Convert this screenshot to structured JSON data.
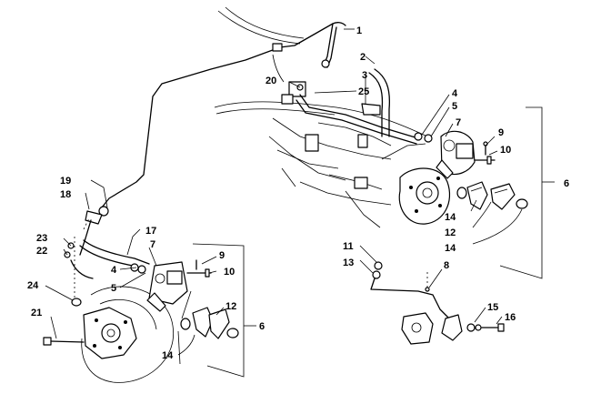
{
  "callouts": {
    "c1": "1",
    "c2": "2",
    "c3": "3",
    "c4a": "4",
    "c5a": "5",
    "c6a": "6",
    "c7a": "7",
    "c9a": "9",
    "c10a": "10",
    "c12a": "12",
    "c14a": "14",
    "c14b": "14",
    "c17": "17",
    "c18": "18",
    "c19": "19",
    "c20": "20",
    "c25": "25",
    "c23": "23",
    "c22": "22",
    "c24": "24",
    "c21": "21",
    "c7b": "7",
    "c4b": "4",
    "c5b": "5",
    "c9b": "9",
    "c10b": "10",
    "c12b": "12",
    "c14c": "14",
    "c6b": "6",
    "c11": "11",
    "c13": "13",
    "c8": "8",
    "c15": "15",
    "c16": "16"
  }
}
